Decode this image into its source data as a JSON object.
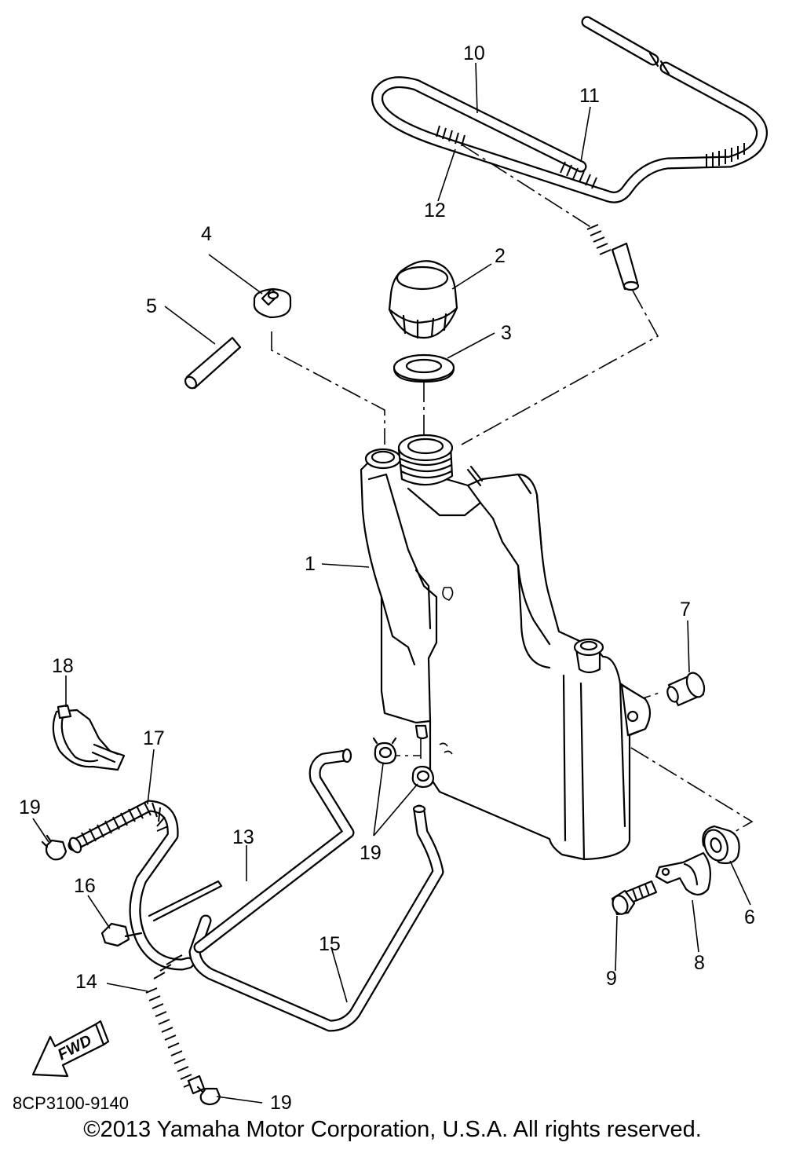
{
  "diagram": {
    "part_code": "8CP3100-9140",
    "fwd_label": "FWD",
    "copyright": "©2013 Yamaha Motor Corporation, U.S.A. All rights reserved."
  },
  "callouts": [
    {
      "id": "1",
      "label": "1"
    },
    {
      "id": "2",
      "label": "2"
    },
    {
      "id": "3",
      "label": "3"
    },
    {
      "id": "4",
      "label": "4"
    },
    {
      "id": "5",
      "label": "5"
    },
    {
      "id": "6",
      "label": "6"
    },
    {
      "id": "7",
      "label": "7"
    },
    {
      "id": "8",
      "label": "8"
    },
    {
      "id": "9",
      "label": "9"
    },
    {
      "id": "10",
      "label": "10"
    },
    {
      "id": "11",
      "label": "11"
    },
    {
      "id": "12",
      "label": "12"
    },
    {
      "id": "13",
      "label": "13"
    },
    {
      "id": "14",
      "label": "14"
    },
    {
      "id": "15",
      "label": "15"
    },
    {
      "id": "16",
      "label": "16"
    },
    {
      "id": "17",
      "label": "17"
    },
    {
      "id": "18",
      "label": "18"
    },
    {
      "id": "19a",
      "label": "19"
    },
    {
      "id": "19b",
      "label": "19"
    },
    {
      "id": "19c",
      "label": "19"
    }
  ]
}
